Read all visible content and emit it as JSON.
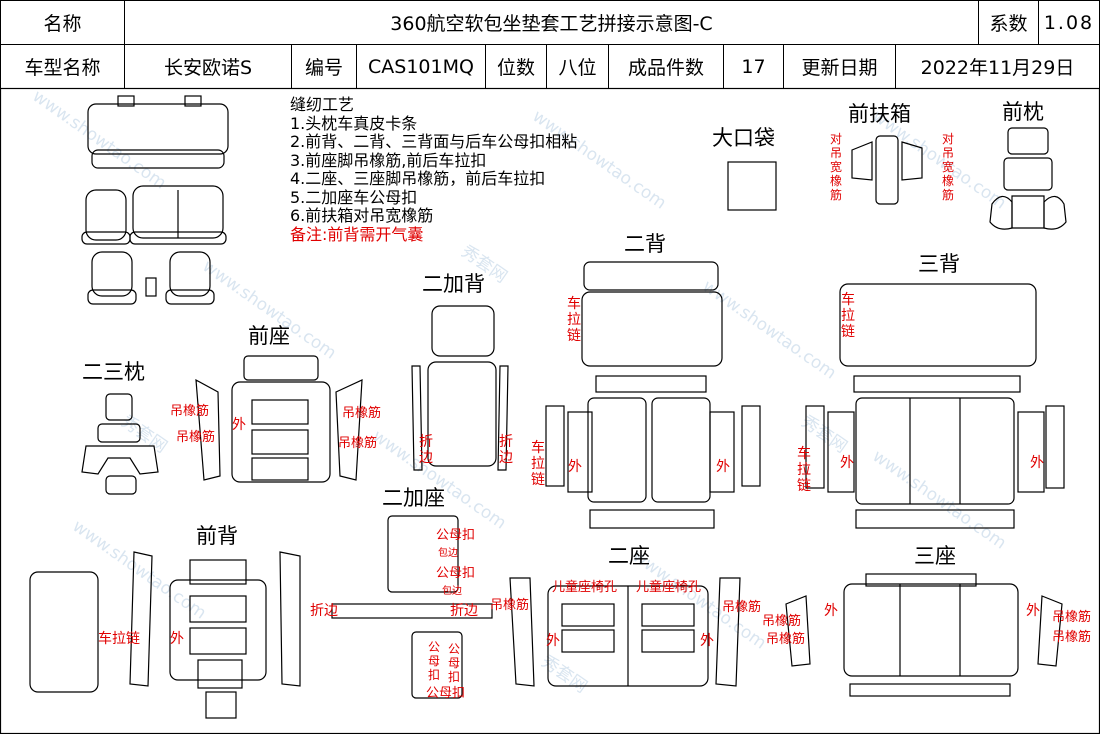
{
  "header": {
    "row1": {
      "name_label": "名称",
      "title": "360航空软包坐垫套工艺拼接示意图-C",
      "coef_label": "系数",
      "coef_value": "1.08"
    },
    "row2": {
      "model_label": "车型名称",
      "model_value": "长安欧诺S",
      "code_label": "编号",
      "code_value": "CAS101MQ",
      "seats_label": "位数",
      "seats_value": "八位",
      "pieces_label": "成品件数",
      "pieces_value": "17",
      "date_label": "更新日期",
      "date_value": "2022年11月29日"
    }
  },
  "notes": {
    "title": "缝纫工艺",
    "items": [
      "1.头枕车真皮卡条",
      "2.前背、二背、三背面与后车公母扣相粘",
      "3.前座脚吊橡筋,前后车拉扣",
      "4.二座、三座脚吊橡筋，前后车拉扣",
      "5.二加座车公母扣",
      "6.前扶箱对吊宽橡筋"
    ],
    "remark": "备注:前背需开气囊"
  },
  "sections": {
    "front_armrest": "前扶箱",
    "front_headrest": "前枕",
    "big_pocket": "大口袋",
    "second_back": "二背",
    "third_back": "三背",
    "second_plus_back": "二加背",
    "front_seat": "前座",
    "second_third_pillow": "二三枕",
    "second_plus_seat": "二加座",
    "front_back": "前背",
    "second_seat": "二座",
    "third_seat": "三座"
  },
  "annotations": {
    "hang_band_wide": "对吊宽橡筋",
    "hang_band": "吊橡筋",
    "outer": "外",
    "zipper": "车拉链",
    "car_zipper": "车拉链",
    "fold_edge": "折边",
    "male_female_snap": "公母扣",
    "wrap_edge": "包边",
    "child_seat_hole": "儿童座椅孔"
  },
  "watermark": {
    "site": "www.showtao.com",
    "brand": "秀套网"
  },
  "colors": {
    "annotation": "#e00000",
    "line": "#000000",
    "watermark": "#8fb3d6"
  }
}
